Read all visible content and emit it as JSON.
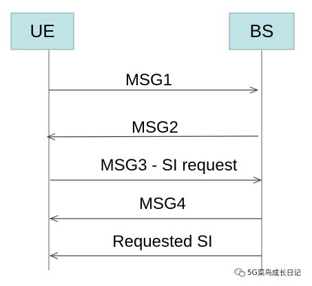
{
  "colors": {
    "entity_fill": "#bfe3e6",
    "entity_stroke": "#7aa3a8",
    "lifeline": "#8a8a8a",
    "arrow": "#444444",
    "text": "#000000"
  },
  "entities": {
    "ue": {
      "label": "UE"
    },
    "bs": {
      "label": "BS"
    }
  },
  "messages": [
    {
      "label": "MSG1",
      "direction": "ue-to-bs"
    },
    {
      "label": "MSG2",
      "direction": "bs-to-ue"
    },
    {
      "label": "MSG3 - SI request",
      "direction": "ue-to-bs"
    },
    {
      "label": "MSG4",
      "direction": "bs-to-ue"
    },
    {
      "label": "Requested SI",
      "direction": "bs-to-ue"
    }
  ],
  "watermark": {
    "text": "5G菜鸟成长日记",
    "icon": "wechat-icon"
  }
}
